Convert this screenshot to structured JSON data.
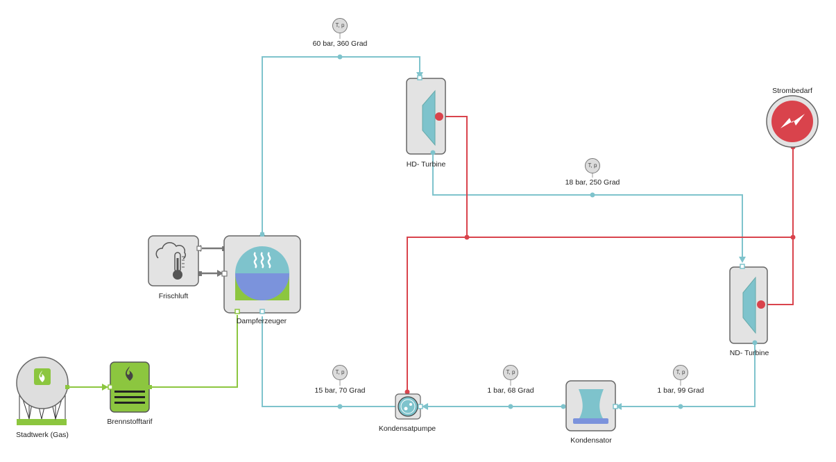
{
  "components": {
    "stadtwerk": "Stadtwerk (Gas)",
    "brennstofftarif": "Brennstofftarif",
    "frischluft": "Frischluft",
    "dampferzeuger": "Dampferzeuger",
    "hd_turbine": "HD- Turbine",
    "nd_turbine": "ND- Turbine",
    "kondensatpumpe": "Kondensatpumpe",
    "kondensator": "Kondensator",
    "strombedarf": "Strombedarf"
  },
  "sensors": {
    "symbol": "T, p",
    "s1": "60 bar, 360 Grad",
    "s2": "18 bar, 250 Grad",
    "s3": "15 bar, 70 Grad",
    "s4": "1 bar, 68 Grad",
    "s5": "1 bar, 99 Grad"
  },
  "colors": {
    "water": "#7ec3cc",
    "electric": "#d9434c",
    "fuel": "#8cc63f",
    "air": "#777777"
  }
}
